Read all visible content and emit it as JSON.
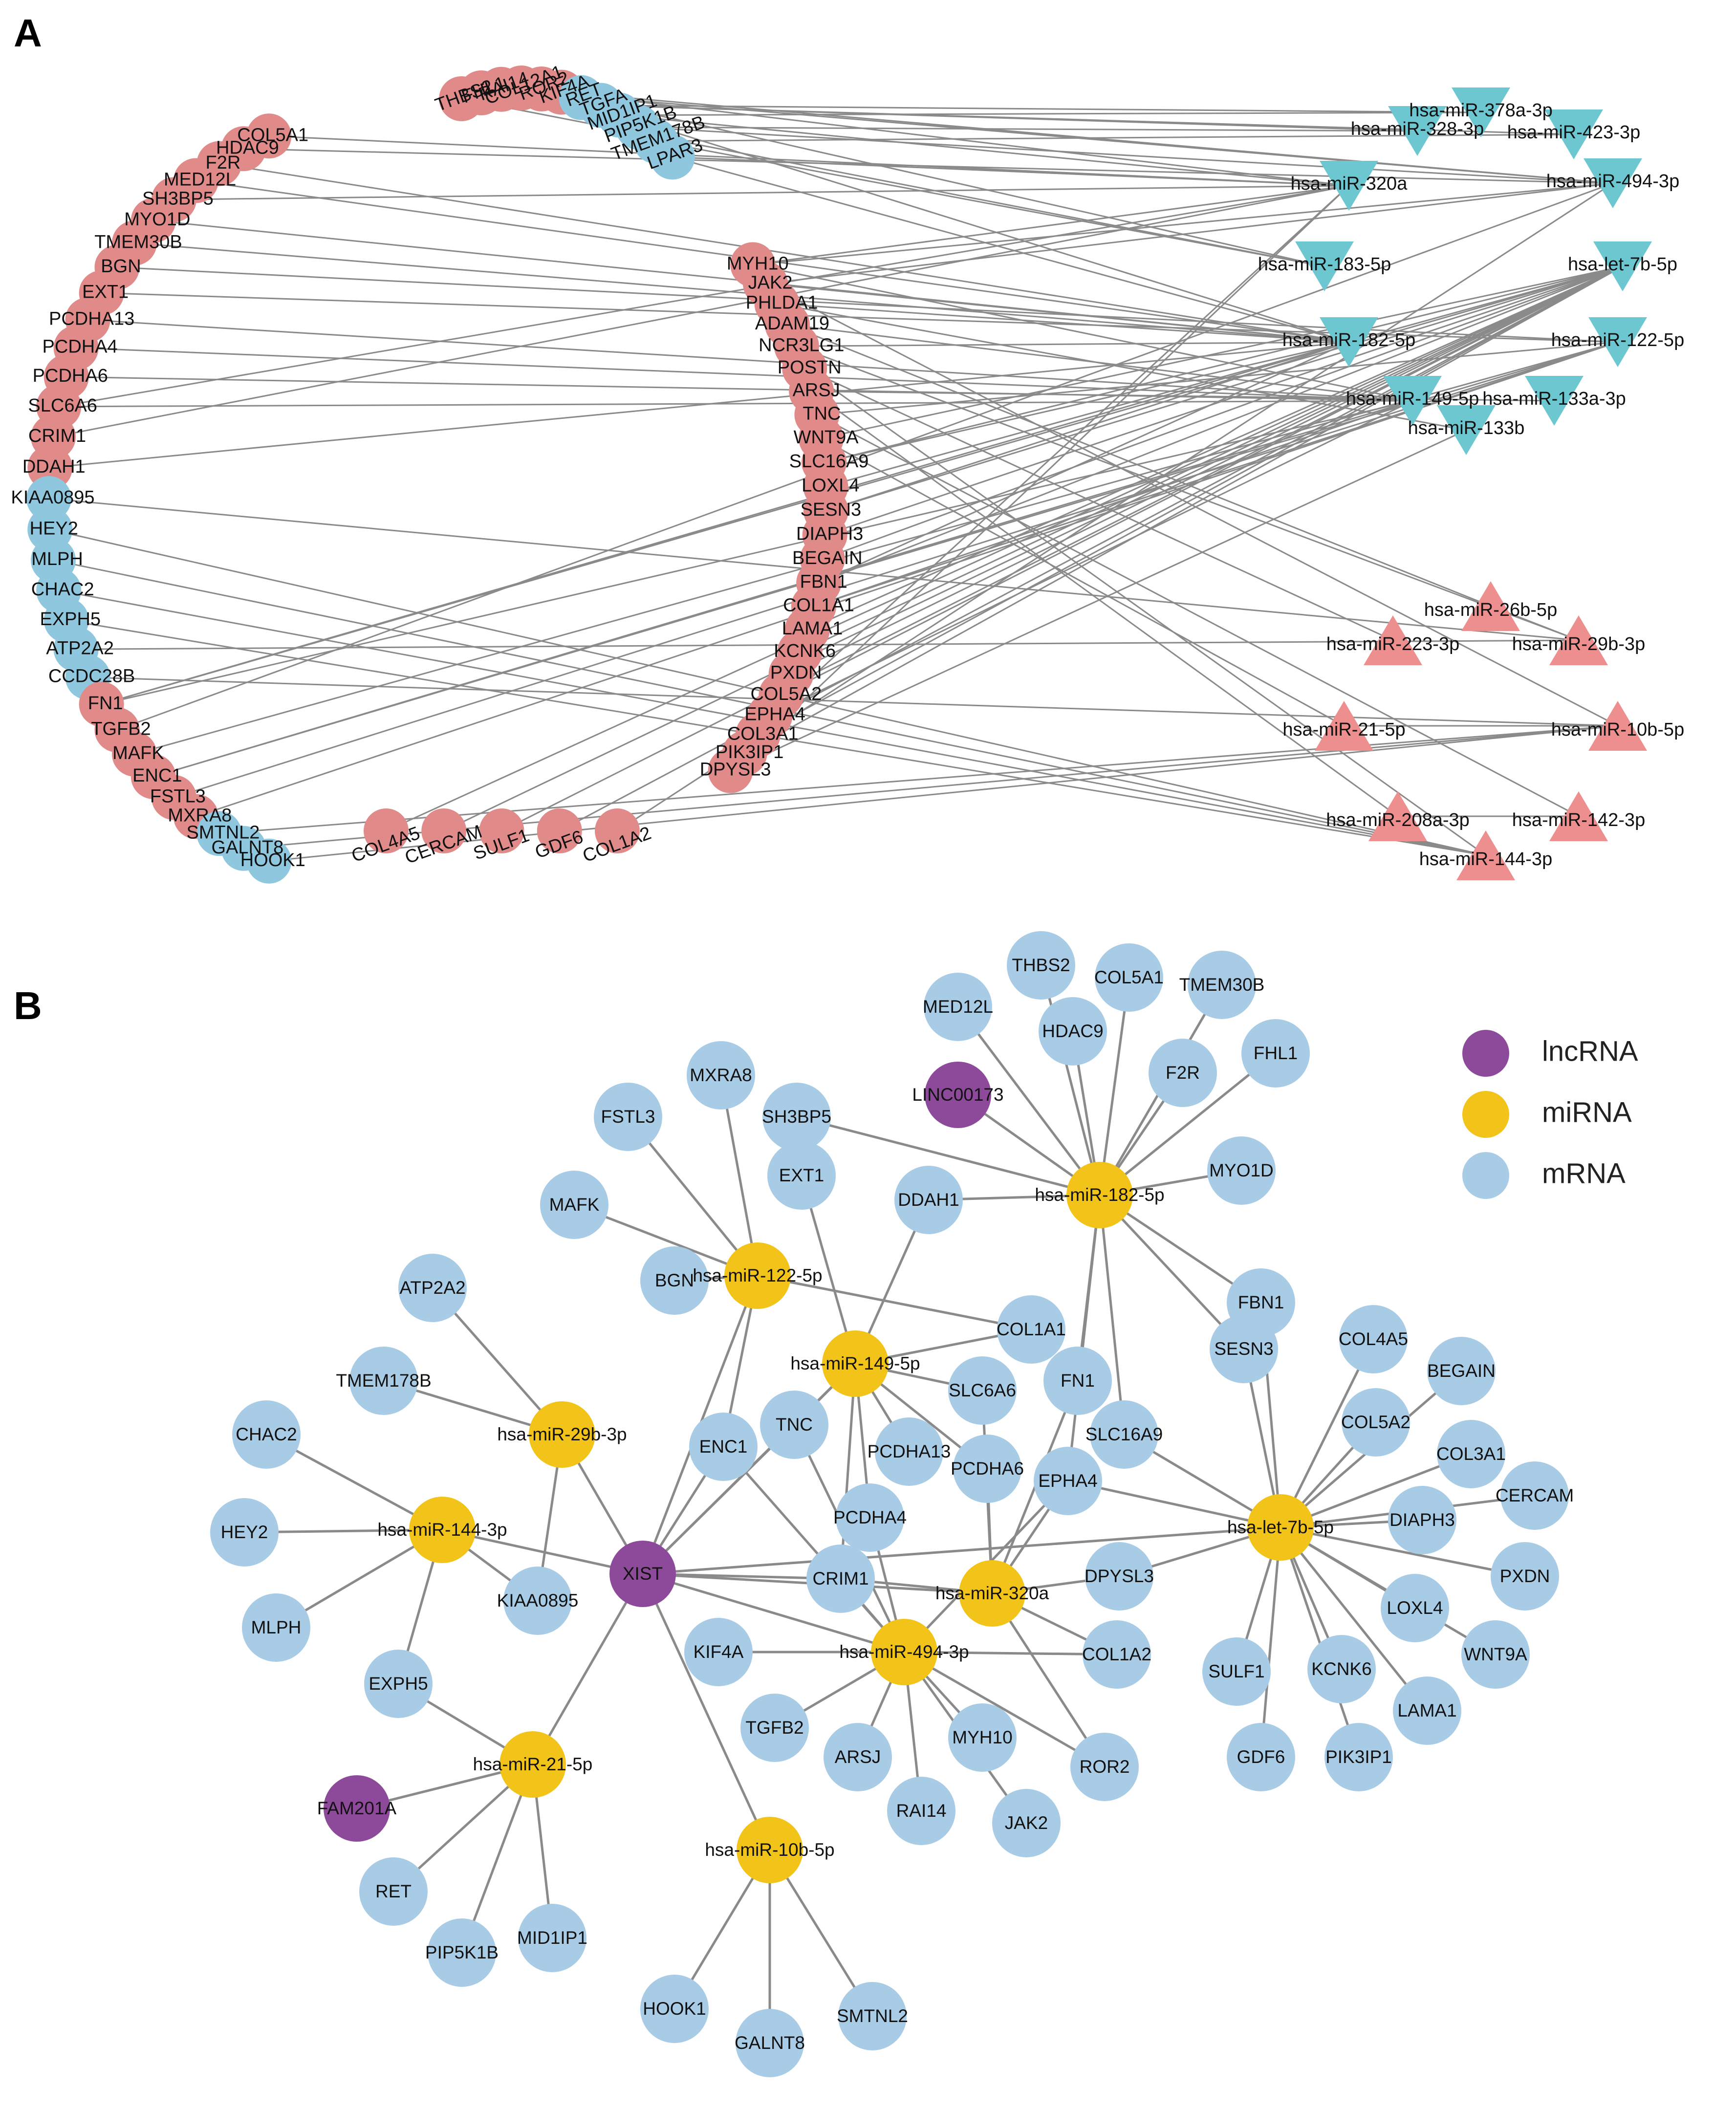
{
  "panels": {
    "a": "A",
    "b": "B"
  },
  "colors": {
    "red_mrna": "#E08A8A",
    "blue_mrna": "#8FC7DF",
    "teal_mirna": "#6CC7D1",
    "red_mirna": "#EE8F8F",
    "lncrna": "#8E4A9A",
    "mirna": "#F2C41A",
    "mrna": "#A8CBE6",
    "edge": "#8a8a8a"
  },
  "legend": [
    {
      "key": "lncrna",
      "label": "lncRNA"
    },
    {
      "key": "mirna",
      "label": "miRNA"
    },
    {
      "key": "mrna",
      "label": "mRNA"
    }
  ],
  "panel_a": {
    "left_arc": [
      "COL5A1",
      "HDAC9",
      "F2R",
      "MED12L",
      "SH3BP5",
      "MYO1D",
      "TMEM30B",
      "BGN",
      "EXT1",
      "PCDHA13",
      "PCDHA4",
      "PCDHA6",
      "SLC6A6",
      "CRIM1",
      "DDAH1",
      "KIAA0895",
      "HEY2",
      "MLPH",
      "CHAC2",
      "EXPH5",
      "ATP2A2",
      "CCDC28B",
      "FN1",
      "TGFB2",
      "MAFK",
      "ENC1",
      "FSTL3",
      "MXRA8",
      "SMTNL2",
      "GALNT8",
      "HOOK1"
    ],
    "left_arc_colors": [
      "red",
      "red",
      "red",
      "red",
      "red",
      "red",
      "red",
      "red",
      "red",
      "red",
      "red",
      "red",
      "red",
      "red",
      "red",
      "blue",
      "blue",
      "blue",
      "blue",
      "blue",
      "blue",
      "blue",
      "red",
      "red",
      "red",
      "red",
      "red",
      "red",
      "blue",
      "blue",
      "blue"
    ],
    "top_arc": [
      "THBS2",
      "FHL1",
      "RAI14",
      "COL12A1",
      "ROR2",
      "KIF4A",
      "RET",
      "TGFA",
      "MID1IP1",
      "PIP5K1B",
      "TMEM178B",
      "LPAR3"
    ],
    "top_arc_colors": [
      "red",
      "red",
      "red",
      "red",
      "red",
      "red",
      "blue",
      "blue",
      "blue",
      "blue",
      "blue",
      "blue"
    ],
    "right_arc": [
      "MYH10",
      "JAK2",
      "PHLDA1",
      "ADAM19",
      "NCR3LG1",
      "POSTN",
      "ARSJ",
      "TNC",
      "WNT9A",
      "SLC16A9",
      "LOXL4",
      "SESN3",
      "DIAPH3",
      "BEGAIN",
      "FBN1",
      "COL1A1",
      "LAMA1",
      "KCNK6",
      "PXDN",
      "COL5A2",
      "EPHA4",
      "COL3A1",
      "PIK3IP1",
      "DPYSL3"
    ],
    "bottom_arc": [
      "COL4A5",
      "CERCAM",
      "SULF1",
      "GDF6",
      "COL1A2"
    ],
    "down_mirnas": [
      "hsa-miR-378a-3p",
      "hsa-miR-328-3p",
      "hsa-miR-423-3p",
      "hsa-miR-320a",
      "hsa-miR-494-3p",
      "hsa-miR-183-5p",
      "hsa-let-7b-5p",
      "hsa-miR-182-5p",
      "hsa-miR-122-5p",
      "hsa-miR-149-5p",
      "hsa-miR-133a-3p",
      "hsa-miR-133b"
    ],
    "up_mirnas": [
      "hsa-miR-26b-5p",
      "hsa-miR-223-3p",
      "hsa-miR-29b-3p",
      "hsa-miR-21-5p",
      "hsa-miR-10b-5p",
      "hsa-miR-208a-3p",
      "hsa-miR-142-3p",
      "hsa-miR-144-3p"
    ],
    "edges": [
      [
        "TGFA",
        "hsa-miR-378a-3p"
      ],
      [
        "TGFA",
        "hsa-miR-328-3p"
      ],
      [
        "TGFA",
        "hsa-miR-423-3p"
      ],
      [
        "MID1IP1",
        "hsa-miR-378a-3p"
      ],
      [
        "MID1IP1",
        "hsa-miR-320a"
      ],
      [
        "MID1IP1",
        "hsa-miR-182-5p"
      ],
      [
        "PIP5K1B",
        "hsa-miR-494-3p"
      ],
      [
        "PIP5K1B",
        "hsa-miR-328-3p"
      ],
      [
        "TMEM178B",
        "hsa-miR-183-5p"
      ],
      [
        "TMEM178B",
        "hsa-miR-423-3p"
      ],
      [
        "LPAR3",
        "hsa-miR-182-5p"
      ],
      [
        "LPAR3",
        "hsa-miR-320a"
      ],
      [
        "MYH10",
        "hsa-miR-494-3p"
      ],
      [
        "MYH10",
        "hsa-miR-320a"
      ],
      [
        "MYH10",
        "hsa-miR-149-5p"
      ],
      [
        "JAK2",
        "hsa-miR-182-5p"
      ],
      [
        "JAK2",
        "hsa-miR-494-3p"
      ],
      [
        "JAK2",
        "hsa-miR-10b-5p"
      ],
      [
        "PHLDA1",
        "hsa-miR-182-5p"
      ],
      [
        "PHLDA1",
        "hsa-miR-133b"
      ],
      [
        "ADAM19",
        "hsa-miR-149-5p"
      ],
      [
        "ADAM19",
        "hsa-miR-26b-5p"
      ],
      [
        "NCR3LG1",
        "hsa-miR-182-5p"
      ],
      [
        "NCR3LG1",
        "hsa-miR-29b-3p"
      ],
      [
        "POSTN",
        "hsa-miR-223-3p"
      ],
      [
        "POSTN",
        "hsa-miR-144-3p"
      ],
      [
        "ARSJ",
        "hsa-miR-208a-3p"
      ],
      [
        "ARSJ",
        "hsa-miR-133a-3p"
      ],
      [
        "TNC",
        "hsa-miR-142-3p"
      ],
      [
        "TNC",
        "hsa-miR-122-5p"
      ],
      [
        "WNT9A",
        "hsa-miR-21-5p"
      ],
      [
        "WNT9A",
        "hsa-let-7b-5p"
      ],
      [
        "COL12A1",
        "hsa-miR-320a"
      ],
      [
        "RAI14",
        "hsa-miR-494-3p"
      ],
      [
        "ROR2",
        "hsa-miR-183-5p"
      ],
      [
        "KIF4A",
        "hsa-miR-494-3p"
      ],
      [
        "COL5A1",
        "hsa-miR-320a"
      ],
      [
        "HDAC9",
        "hsa-miR-494-3p"
      ],
      [
        "F2R",
        "hsa-miR-182-5p"
      ],
      [
        "THBS2",
        "hsa-miR-183-5p"
      ],
      [
        "MED12L",
        "hsa-miR-182-5p"
      ],
      [
        "SH3BP5",
        "hsa-miR-320a"
      ],
      [
        "MYO1D",
        "hsa-miR-182-5p"
      ],
      [
        "TMEM30B",
        "hsa-miR-182-5p"
      ],
      [
        "BGN",
        "hsa-miR-122-5p"
      ],
      [
        "EXT1",
        "hsa-miR-122-5p"
      ],
      [
        "PCDHA13",
        "hsa-miR-149-5p"
      ],
      [
        "PCDHA4",
        "hsa-miR-149-5p"
      ],
      [
        "PCDHA6",
        "hsa-miR-149-5p"
      ],
      [
        "SLC6A6",
        "hsa-miR-149-5p"
      ],
      [
        "SLC6A6",
        "hsa-miR-320a"
      ],
      [
        "CRIM1",
        "hsa-miR-320a"
      ],
      [
        "DDAH1",
        "hsa-miR-182-5p"
      ],
      [
        "KIAA0895",
        "hsa-miR-29b-3p"
      ],
      [
        "HEY2",
        "hsa-miR-144-3p"
      ],
      [
        "MLPH",
        "hsa-miR-144-3p"
      ],
      [
        "CHAC2",
        "hsa-miR-144-3p"
      ],
      [
        "EXPH5",
        "hsa-miR-144-3p"
      ],
      [
        "ATP2A2",
        "hsa-miR-29b-3p"
      ],
      [
        "CCDC28B",
        "hsa-miR-10b-5p"
      ],
      [
        "FN1",
        "hsa-let-7b-5p"
      ],
      [
        "FN1",
        "hsa-miR-149-5p"
      ],
      [
        "FN1",
        "hsa-miR-182-5p"
      ],
      [
        "TGFB2",
        "hsa-miR-494-3p"
      ],
      [
        "MAFK",
        "hsa-miR-122-5p"
      ],
      [
        "ENC1",
        "hsa-miR-122-5p"
      ],
      [
        "ENC1",
        "hsa-miR-149-5p"
      ],
      [
        "FSTL3",
        "hsa-miR-122-5p"
      ],
      [
        "MXRA8",
        "hsa-miR-122-5p"
      ],
      [
        "SMTNL2",
        "hsa-miR-10b-5p"
      ],
      [
        "GALNT8",
        "hsa-miR-10b-5p"
      ],
      [
        "HOOK1",
        "hsa-miR-10b-5p"
      ],
      [
        "COL4A5",
        "hsa-let-7b-5p"
      ],
      [
        "CERCAM",
        "hsa-let-7b-5p"
      ],
      [
        "SULF1",
        "hsa-let-7b-5p"
      ],
      [
        "GDF6",
        "hsa-let-7b-5p"
      ],
      [
        "COL1A2",
        "hsa-miR-494-3p"
      ],
      [
        "SLC16A9",
        "hsa-let-7b-5p"
      ],
      [
        "SLC16A9",
        "hsa-miR-182-5p"
      ],
      [
        "LOXL4",
        "hsa-let-7b-5p"
      ],
      [
        "SESN3",
        "hsa-let-7b-5p"
      ],
      [
        "SESN3",
        "hsa-miR-182-5p"
      ],
      [
        "DIAPH3",
        "hsa-let-7b-5p"
      ],
      [
        "BEGAIN",
        "hsa-let-7b-5p"
      ],
      [
        "FBN1",
        "hsa-let-7b-5p"
      ],
      [
        "FBN1",
        "hsa-miR-182-5p"
      ],
      [
        "COL1A1",
        "hsa-miR-149-5p"
      ],
      [
        "COL1A1",
        "hsa-miR-122-5p"
      ],
      [
        "LAMA1",
        "hsa-let-7b-5p"
      ],
      [
        "KCNK6",
        "hsa-let-7b-5p"
      ],
      [
        "PXDN",
        "hsa-let-7b-5p"
      ],
      [
        "COL5A2",
        "hsa-let-7b-5p"
      ],
      [
        "EPHA4",
        "hsa-miR-320a"
      ],
      [
        "EPHA4",
        "hsa-miR-149-5p"
      ],
      [
        "COL3A1",
        "hsa-let-7b-5p"
      ],
      [
        "PIK3IP1",
        "hsa-let-7b-5p"
      ],
      [
        "DPYSL3",
        "hsa-miR-320a"
      ],
      [
        "DPYSL3",
        "hsa-miR-133b"
      ],
      [
        "hsa-miR-21-5p",
        "hsa-miR-10b-5p"
      ],
      [
        "hsa-miR-26b-5p",
        "hsa-miR-29b-3p"
      ],
      [
        "hsa-miR-208a-3p",
        "hsa-miR-142-3p"
      ]
    ]
  },
  "panel_b": {
    "nodes": [
      {
        "id": "LINC00173",
        "type": "lncrna"
      },
      {
        "id": "XIST",
        "type": "lncrna"
      },
      {
        "id": "FAM201A",
        "type": "lncrna"
      },
      {
        "id": "hsa-miR-182-5p",
        "type": "mirna"
      },
      {
        "id": "hsa-miR-122-5p",
        "type": "mirna"
      },
      {
        "id": "hsa-miR-149-5p",
        "type": "mirna"
      },
      {
        "id": "hsa-miR-29b-3p",
        "type": "mirna"
      },
      {
        "id": "hsa-miR-144-3p",
        "type": "mirna"
      },
      {
        "id": "hsa-miR-320a",
        "type": "mirna"
      },
      {
        "id": "hsa-let-7b-5p",
        "type": "mirna"
      },
      {
        "id": "hsa-miR-494-3p",
        "type": "mirna"
      },
      {
        "id": "hsa-miR-21-5p",
        "type": "mirna"
      },
      {
        "id": "hsa-miR-10b-5p",
        "type": "mirna"
      },
      {
        "id": "THBS2",
        "type": "mrna"
      },
      {
        "id": "COL5A1",
        "type": "mrna"
      },
      {
        "id": "TMEM30B",
        "type": "mrna"
      },
      {
        "id": "MED12L",
        "type": "mrna"
      },
      {
        "id": "HDAC9",
        "type": "mrna"
      },
      {
        "id": "F2R",
        "type": "mrna"
      },
      {
        "id": "FHL1",
        "type": "mrna"
      },
      {
        "id": "MXRA8",
        "type": "mrna"
      },
      {
        "id": "SH3BP5",
        "type": "mrna"
      },
      {
        "id": "FSTL3",
        "type": "mrna"
      },
      {
        "id": "EXT1",
        "type": "mrna"
      },
      {
        "id": "MYO1D",
        "type": "mrna"
      },
      {
        "id": "MAFK",
        "type": "mrna"
      },
      {
        "id": "DDAH1",
        "type": "mrna"
      },
      {
        "id": "BGN",
        "type": "mrna"
      },
      {
        "id": "ATP2A2",
        "type": "mrna"
      },
      {
        "id": "FBN1",
        "type": "mrna"
      },
      {
        "id": "COL1A1",
        "type": "mrna"
      },
      {
        "id": "SESN3",
        "type": "mrna"
      },
      {
        "id": "COL4A5",
        "type": "mrna"
      },
      {
        "id": "BEGAIN",
        "type": "mrna"
      },
      {
        "id": "TMEM178B",
        "type": "mrna"
      },
      {
        "id": "SLC6A6",
        "type": "mrna"
      },
      {
        "id": "FN1",
        "type": "mrna"
      },
      {
        "id": "COL5A2",
        "type": "mrna"
      },
      {
        "id": "CHAC2",
        "type": "mrna"
      },
      {
        "id": "ENC1",
        "type": "mrna"
      },
      {
        "id": "TNC",
        "type": "mrna"
      },
      {
        "id": "PCDHA13",
        "type": "mrna"
      },
      {
        "id": "SLC16A9",
        "type": "mrna"
      },
      {
        "id": "COL3A1",
        "type": "mrna"
      },
      {
        "id": "PCDHA6",
        "type": "mrna"
      },
      {
        "id": "EPHA4",
        "type": "mrna"
      },
      {
        "id": "CERCAM",
        "type": "mrna"
      },
      {
        "id": "HEY2",
        "type": "mrna"
      },
      {
        "id": "PCDHA4",
        "type": "mrna"
      },
      {
        "id": "DIAPH3",
        "type": "mrna"
      },
      {
        "id": "KIAA0895",
        "type": "mrna"
      },
      {
        "id": "CRIM1",
        "type": "mrna"
      },
      {
        "id": "DPYSL3",
        "type": "mrna"
      },
      {
        "id": "PXDN",
        "type": "mrna"
      },
      {
        "id": "MLPH",
        "type": "mrna"
      },
      {
        "id": "KIF4A",
        "type": "mrna"
      },
      {
        "id": "COL1A2",
        "type": "mrna"
      },
      {
        "id": "LOXL4",
        "type": "mrna"
      },
      {
        "id": "SULF1",
        "type": "mrna"
      },
      {
        "id": "KCNK6",
        "type": "mrna"
      },
      {
        "id": "WNT9A",
        "type": "mrna"
      },
      {
        "id": "EXPH5",
        "type": "mrna"
      },
      {
        "id": "TGFB2",
        "type": "mrna"
      },
      {
        "id": "LAMA1",
        "type": "mrna"
      },
      {
        "id": "ARSJ",
        "type": "mrna"
      },
      {
        "id": "MYH10",
        "type": "mrna"
      },
      {
        "id": "ROR2",
        "type": "mrna"
      },
      {
        "id": "GDF6",
        "type": "mrna"
      },
      {
        "id": "PIK3IP1",
        "type": "mrna"
      },
      {
        "id": "RAI14",
        "type": "mrna"
      },
      {
        "id": "JAK2",
        "type": "mrna"
      },
      {
        "id": "RET",
        "type": "mrna"
      },
      {
        "id": "MID1IP1",
        "type": "mrna"
      },
      {
        "id": "PIP5K1B",
        "type": "mrna"
      },
      {
        "id": "HOOK1",
        "type": "mrna"
      },
      {
        "id": "SMTNL2",
        "type": "mrna"
      },
      {
        "id": "GALNT8",
        "type": "mrna"
      }
    ],
    "edges": [
      [
        "hsa-miR-182-5p",
        "THBS2"
      ],
      [
        "hsa-miR-182-5p",
        "COL5A1"
      ],
      [
        "hsa-miR-182-5p",
        "TMEM30B"
      ],
      [
        "hsa-miR-182-5p",
        "MED12L"
      ],
      [
        "hsa-miR-182-5p",
        "HDAC9"
      ],
      [
        "hsa-miR-182-5p",
        "F2R"
      ],
      [
        "hsa-miR-182-5p",
        "FHL1"
      ],
      [
        "hsa-miR-182-5p",
        "LINC00173"
      ],
      [
        "hsa-miR-182-5p",
        "SH3BP5"
      ],
      [
        "hsa-miR-182-5p",
        "MYO1D"
      ],
      [
        "hsa-miR-182-5p",
        "DDAH1"
      ],
      [
        "hsa-miR-182-5p",
        "FBN1"
      ],
      [
        "hsa-miR-182-5p",
        "SESN3"
      ],
      [
        "hsa-miR-182-5p",
        "FN1"
      ],
      [
        "hsa-miR-182-5p",
        "SLC16A9"
      ],
      [
        "hsa-miR-182-5p",
        "EPHA4"
      ],
      [
        "hsa-miR-122-5p",
        "MXRA8"
      ],
      [
        "hsa-miR-122-5p",
        "FSTL3"
      ],
      [
        "hsa-miR-122-5p",
        "MAFK"
      ],
      [
        "hsa-miR-122-5p",
        "BGN"
      ],
      [
        "hsa-miR-122-5p",
        "COL1A1"
      ],
      [
        "hsa-miR-122-5p",
        "ENC1"
      ],
      [
        "hsa-miR-122-5p",
        "XIST"
      ],
      [
        "hsa-miR-149-5p",
        "EXT1"
      ],
      [
        "hsa-miR-149-5p",
        "COL1A1"
      ],
      [
        "hsa-miR-149-5p",
        "SLC6A6"
      ],
      [
        "hsa-miR-149-5p",
        "TNC"
      ],
      [
        "hsa-miR-149-5p",
        "PCDHA13"
      ],
      [
        "hsa-miR-149-5p",
        "PCDHA6"
      ],
      [
        "hsa-miR-149-5p",
        "PCDHA4"
      ],
      [
        "hsa-miR-149-5p",
        "XIST"
      ],
      [
        "hsa-miR-149-5p",
        "DDAH1"
      ],
      [
        "hsa-miR-149-5p",
        "CRIM1"
      ],
      [
        "hsa-miR-29b-3p",
        "ATP2A2"
      ],
      [
        "hsa-miR-29b-3p",
        "TMEM178B"
      ],
      [
        "hsa-miR-29b-3p",
        "KIAA0895"
      ],
      [
        "hsa-miR-29b-3p",
        "XIST"
      ],
      [
        "hsa-miR-144-3p",
        "CHAC2"
      ],
      [
        "hsa-miR-144-3p",
        "HEY2"
      ],
      [
        "hsa-miR-144-3p",
        "MLPH"
      ],
      [
        "hsa-miR-144-3p",
        "EXPH5"
      ],
      [
        "hsa-miR-144-3p",
        "KIAA0895"
      ],
      [
        "hsa-miR-144-3p",
        "XIST"
      ],
      [
        "hsa-miR-320a",
        "CRIM1"
      ],
      [
        "hsa-miR-320a",
        "DPYSL3"
      ],
      [
        "hsa-miR-320a",
        "COL1A2"
      ],
      [
        "hsa-miR-320a",
        "PCDHA6"
      ],
      [
        "hsa-miR-320a",
        "EPHA4"
      ],
      [
        "hsa-miR-320a",
        "FN1"
      ],
      [
        "hsa-miR-320a",
        "SLC6A6"
      ],
      [
        "hsa-miR-320a",
        "ROR2"
      ],
      [
        "hsa-miR-320a",
        "XIST"
      ],
      [
        "hsa-let-7b-5p",
        "FBN1"
      ],
      [
        "hsa-let-7b-5p",
        "SESN3"
      ],
      [
        "hsa-let-7b-5p",
        "COL4A5"
      ],
      [
        "hsa-let-7b-5p",
        "BEGAIN"
      ],
      [
        "hsa-let-7b-5p",
        "COL5A2"
      ],
      [
        "hsa-let-7b-5p",
        "COL3A1"
      ],
      [
        "hsa-let-7b-5p",
        "CERCAM"
      ],
      [
        "hsa-let-7b-5p",
        "DIAPH3"
      ],
      [
        "hsa-let-7b-5p",
        "PXDN"
      ],
      [
        "hsa-let-7b-5p",
        "LOXL4"
      ],
      [
        "hsa-let-7b-5p",
        "WNT9A"
      ],
      [
        "hsa-let-7b-5p",
        "LAMA1"
      ],
      [
        "hsa-let-7b-5p",
        "KCNK6"
      ],
      [
        "hsa-let-7b-5p",
        "PIK3IP1"
      ],
      [
        "hsa-let-7b-5p",
        "GDF6"
      ],
      [
        "hsa-let-7b-5p",
        "SULF1"
      ],
      [
        "hsa-let-7b-5p",
        "SLC16A9"
      ],
      [
        "hsa-let-7b-5p",
        "EPHA4"
      ],
      [
        "hsa-let-7b-5p",
        "XIST"
      ],
      [
        "hsa-let-7b-5p",
        "DPYSL3"
      ],
      [
        "hsa-miR-494-3p",
        "KIF4A"
      ],
      [
        "hsa-miR-494-3p",
        "TGFB2"
      ],
      [
        "hsa-miR-494-3p",
        "ARSJ"
      ],
      [
        "hsa-miR-494-3p",
        "RAI14"
      ],
      [
        "hsa-miR-494-3p",
        "MYH10"
      ],
      [
        "hsa-miR-494-3p",
        "JAK2"
      ],
      [
        "hsa-miR-494-3p",
        "ROR2"
      ],
      [
        "hsa-miR-494-3p",
        "COL1A2"
      ],
      [
        "hsa-miR-494-3p",
        "CRIM1"
      ],
      [
        "hsa-miR-494-3p",
        "TNC"
      ],
      [
        "hsa-miR-494-3p",
        "PCDHA4"
      ],
      [
        "hsa-miR-494-3p",
        "XIST"
      ],
      [
        "hsa-miR-494-3p",
        "ENC1"
      ],
      [
        "hsa-miR-494-3p",
        "EPHA4"
      ],
      [
        "hsa-miR-21-5p",
        "EXPH5"
      ],
      [
        "hsa-miR-21-5p",
        "FAM201A"
      ],
      [
        "hsa-miR-21-5p",
        "RET"
      ],
      [
        "hsa-miR-21-5p",
        "PIP5K1B"
      ],
      [
        "hsa-miR-21-5p",
        "MID1IP1"
      ],
      [
        "hsa-miR-21-5p",
        "XIST"
      ],
      [
        "hsa-miR-10b-5p",
        "HOOK1"
      ],
      [
        "hsa-miR-10b-5p",
        "GALNT8"
      ],
      [
        "hsa-miR-10b-5p",
        "SMTNL2"
      ],
      [
        "hsa-miR-10b-5p",
        "XIST"
      ],
      [
        "XIST",
        "CRIM1"
      ],
      [
        "XIST",
        "ENC1"
      ],
      [
        "XIST",
        "TNC"
      ]
    ]
  }
}
